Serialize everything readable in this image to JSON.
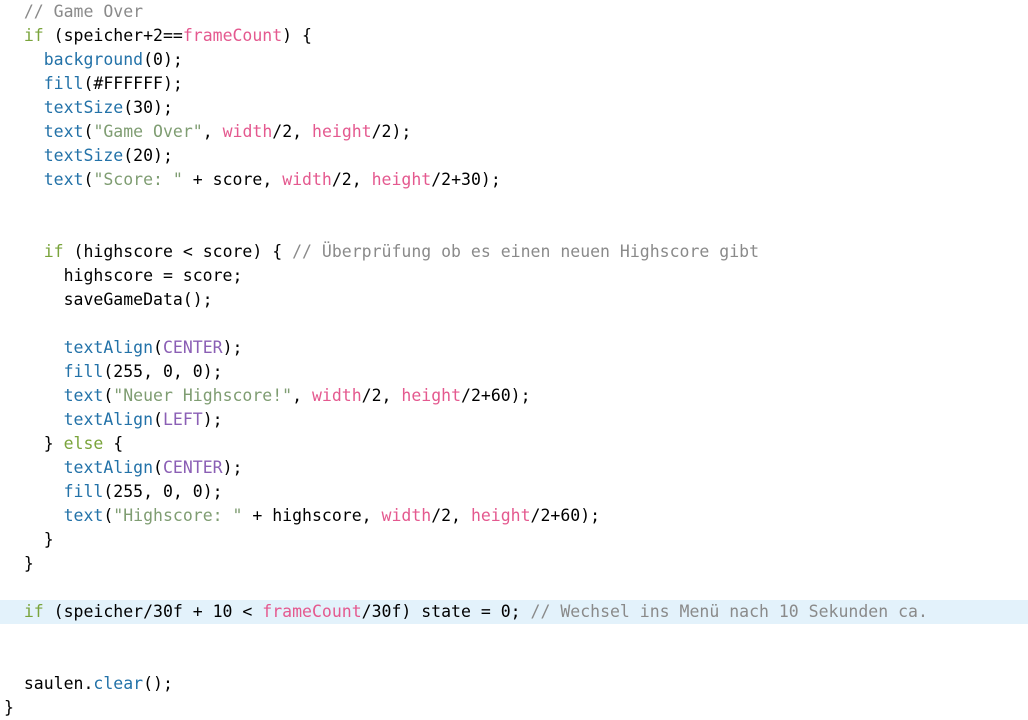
{
  "editor": {
    "name": "code-editor",
    "language": "Processing / Java",
    "background_color": "#ffffff",
    "highlight_color": "#e3f2fb",
    "token_colors": {
      "comment": "#8a8a8a",
      "keyword": "#7aa43c",
      "function": "#2372a8",
      "builtin": "#e4598f",
      "constant": "#8b5fb5",
      "string": "#7f9d72",
      "plain": "#000000"
    }
  },
  "lines": [
    {
      "index": 0,
      "highlighted": false,
      "text": "  // Game Over",
      "tokens": [
        {
          "t": "  ",
          "c": "plain"
        },
        {
          "t": "// Game Over",
          "c": "comment"
        }
      ]
    },
    {
      "index": 1,
      "highlighted": false,
      "text": "  if (speicher+2==frameCount) {",
      "tokens": [
        {
          "t": "  ",
          "c": "plain"
        },
        {
          "t": "if",
          "c": "keyword"
        },
        {
          "t": " (speicher+2==",
          "c": "plain"
        },
        {
          "t": "frameCount",
          "c": "builtin"
        },
        {
          "t": ") {",
          "c": "plain"
        }
      ]
    },
    {
      "index": 2,
      "highlighted": false,
      "text": "    background(0);",
      "tokens": [
        {
          "t": "    ",
          "c": "plain"
        },
        {
          "t": "background",
          "c": "function"
        },
        {
          "t": "(0);",
          "c": "plain"
        }
      ]
    },
    {
      "index": 3,
      "highlighted": false,
      "text": "    fill(#FFFFFF);",
      "tokens": [
        {
          "t": "    ",
          "c": "plain"
        },
        {
          "t": "fill",
          "c": "function"
        },
        {
          "t": "(#FFFFFF);",
          "c": "plain"
        }
      ]
    },
    {
      "index": 4,
      "highlighted": false,
      "text": "    textSize(30);",
      "tokens": [
        {
          "t": "    ",
          "c": "plain"
        },
        {
          "t": "textSize",
          "c": "function"
        },
        {
          "t": "(30);",
          "c": "plain"
        }
      ]
    },
    {
      "index": 5,
      "highlighted": false,
      "text": "    text(\"Game Over\", width/2, height/2);",
      "tokens": [
        {
          "t": "    ",
          "c": "plain"
        },
        {
          "t": "text",
          "c": "function"
        },
        {
          "t": "(",
          "c": "plain"
        },
        {
          "t": "\"Game Over\"",
          "c": "string"
        },
        {
          "t": ", ",
          "c": "plain"
        },
        {
          "t": "width",
          "c": "builtin"
        },
        {
          "t": "/2, ",
          "c": "plain"
        },
        {
          "t": "height",
          "c": "builtin"
        },
        {
          "t": "/2);",
          "c": "plain"
        }
      ]
    },
    {
      "index": 6,
      "highlighted": false,
      "text": "    textSize(20);",
      "tokens": [
        {
          "t": "    ",
          "c": "plain"
        },
        {
          "t": "textSize",
          "c": "function"
        },
        {
          "t": "(20);",
          "c": "plain"
        }
      ]
    },
    {
      "index": 7,
      "highlighted": false,
      "text": "    text(\"Score: \" + score, width/2, height/2+30);",
      "tokens": [
        {
          "t": "    ",
          "c": "plain"
        },
        {
          "t": "text",
          "c": "function"
        },
        {
          "t": "(",
          "c": "plain"
        },
        {
          "t": "\"Score: \"",
          "c": "string"
        },
        {
          "t": " + score, ",
          "c": "plain"
        },
        {
          "t": "width",
          "c": "builtin"
        },
        {
          "t": "/2, ",
          "c": "plain"
        },
        {
          "t": "height",
          "c": "builtin"
        },
        {
          "t": "/2+30);",
          "c": "plain"
        }
      ]
    },
    {
      "index": 8,
      "highlighted": false,
      "text": "",
      "tokens": []
    },
    {
      "index": 9,
      "highlighted": false,
      "text": "",
      "tokens": []
    },
    {
      "index": 10,
      "highlighted": false,
      "text": "    if (highscore < score) { // Überprüfung ob es einen neuen Highscore gibt",
      "tokens": [
        {
          "t": "    ",
          "c": "plain"
        },
        {
          "t": "if",
          "c": "keyword"
        },
        {
          "t": " (highscore < score) { ",
          "c": "plain"
        },
        {
          "t": "// Überprüfung ob es einen neuen Highscore gibt",
          "c": "comment"
        }
      ]
    },
    {
      "index": 11,
      "highlighted": false,
      "text": "      highscore = score;",
      "tokens": [
        {
          "t": "      highscore = score;",
          "c": "plain"
        }
      ]
    },
    {
      "index": 12,
      "highlighted": false,
      "text": "      saveGameData();",
      "tokens": [
        {
          "t": "      saveGameData();",
          "c": "plain"
        }
      ]
    },
    {
      "index": 13,
      "highlighted": false,
      "text": "",
      "tokens": []
    },
    {
      "index": 14,
      "highlighted": false,
      "text": "      textAlign(CENTER);",
      "tokens": [
        {
          "t": "      ",
          "c": "plain"
        },
        {
          "t": "textAlign",
          "c": "function"
        },
        {
          "t": "(",
          "c": "plain"
        },
        {
          "t": "CENTER",
          "c": "const"
        },
        {
          "t": ");",
          "c": "plain"
        }
      ]
    },
    {
      "index": 15,
      "highlighted": false,
      "text": "      fill(255, 0, 0);",
      "tokens": [
        {
          "t": "      ",
          "c": "plain"
        },
        {
          "t": "fill",
          "c": "function"
        },
        {
          "t": "(255, 0, 0);",
          "c": "plain"
        }
      ]
    },
    {
      "index": 16,
      "highlighted": false,
      "text": "      text(\"Neuer Highscore!\", width/2, height/2+60);",
      "tokens": [
        {
          "t": "      ",
          "c": "plain"
        },
        {
          "t": "text",
          "c": "function"
        },
        {
          "t": "(",
          "c": "plain"
        },
        {
          "t": "\"Neuer Highscore!\"",
          "c": "string"
        },
        {
          "t": ", ",
          "c": "plain"
        },
        {
          "t": "width",
          "c": "builtin"
        },
        {
          "t": "/2, ",
          "c": "plain"
        },
        {
          "t": "height",
          "c": "builtin"
        },
        {
          "t": "/2+60);",
          "c": "plain"
        }
      ]
    },
    {
      "index": 17,
      "highlighted": false,
      "text": "      textAlign(LEFT);",
      "tokens": [
        {
          "t": "      ",
          "c": "plain"
        },
        {
          "t": "textAlign",
          "c": "function"
        },
        {
          "t": "(",
          "c": "plain"
        },
        {
          "t": "LEFT",
          "c": "const"
        },
        {
          "t": ");",
          "c": "plain"
        }
      ]
    },
    {
      "index": 18,
      "highlighted": false,
      "text": "    } else {",
      "tokens": [
        {
          "t": "    } ",
          "c": "plain"
        },
        {
          "t": "else",
          "c": "keyword"
        },
        {
          "t": " {",
          "c": "plain"
        }
      ]
    },
    {
      "index": 19,
      "highlighted": false,
      "text": "      textAlign(CENTER);",
      "tokens": [
        {
          "t": "      ",
          "c": "plain"
        },
        {
          "t": "textAlign",
          "c": "function"
        },
        {
          "t": "(",
          "c": "plain"
        },
        {
          "t": "CENTER",
          "c": "const"
        },
        {
          "t": ");",
          "c": "plain"
        }
      ]
    },
    {
      "index": 20,
      "highlighted": false,
      "text": "      fill(255, 0, 0);",
      "tokens": [
        {
          "t": "      ",
          "c": "plain"
        },
        {
          "t": "fill",
          "c": "function"
        },
        {
          "t": "(255, 0, 0);",
          "c": "plain"
        }
      ]
    },
    {
      "index": 21,
      "highlighted": false,
      "text": "      text(\"Highscore: \" + highscore, width/2, height/2+60);",
      "tokens": [
        {
          "t": "      ",
          "c": "plain"
        },
        {
          "t": "text",
          "c": "function"
        },
        {
          "t": "(",
          "c": "plain"
        },
        {
          "t": "\"Highscore: \"",
          "c": "string"
        },
        {
          "t": " + highscore, ",
          "c": "plain"
        },
        {
          "t": "width",
          "c": "builtin"
        },
        {
          "t": "/2, ",
          "c": "plain"
        },
        {
          "t": "height",
          "c": "builtin"
        },
        {
          "t": "/2+60);",
          "c": "plain"
        }
      ]
    },
    {
      "index": 22,
      "highlighted": false,
      "text": "    }",
      "tokens": [
        {
          "t": "    }",
          "c": "plain"
        }
      ]
    },
    {
      "index": 23,
      "highlighted": false,
      "text": "  }",
      "tokens": [
        {
          "t": "  }",
          "c": "plain"
        }
      ]
    },
    {
      "index": 24,
      "highlighted": false,
      "text": "",
      "tokens": []
    },
    {
      "index": 25,
      "highlighted": true,
      "text": "  if (speicher/30f + 10 < frameCount/30f) state = 0; // Wechsel ins Menü nach 10 Sekunden ca.",
      "tokens": [
        {
          "t": "  ",
          "c": "plain"
        },
        {
          "t": "if",
          "c": "keyword"
        },
        {
          "t": " (speicher/30f + 10 < ",
          "c": "plain"
        },
        {
          "t": "frameCount",
          "c": "builtin"
        },
        {
          "t": "/30f) state = 0; ",
          "c": "plain"
        },
        {
          "t": "// Wechsel ins Menü nach 10 Sekunden ca.",
          "c": "comment"
        }
      ]
    },
    {
      "index": 26,
      "highlighted": false,
      "text": "",
      "tokens": []
    },
    {
      "index": 27,
      "highlighted": false,
      "text": "",
      "tokens": []
    },
    {
      "index": 28,
      "highlighted": false,
      "text": "  saulen.clear();",
      "tokens": [
        {
          "t": "  saulen.",
          "c": "plain"
        },
        {
          "t": "clear",
          "c": "function"
        },
        {
          "t": "();",
          "c": "plain"
        }
      ]
    },
    {
      "index": 29,
      "highlighted": false,
      "text": "}",
      "tokens": [
        {
          "t": "}",
          "c": "plain"
        }
      ]
    }
  ]
}
